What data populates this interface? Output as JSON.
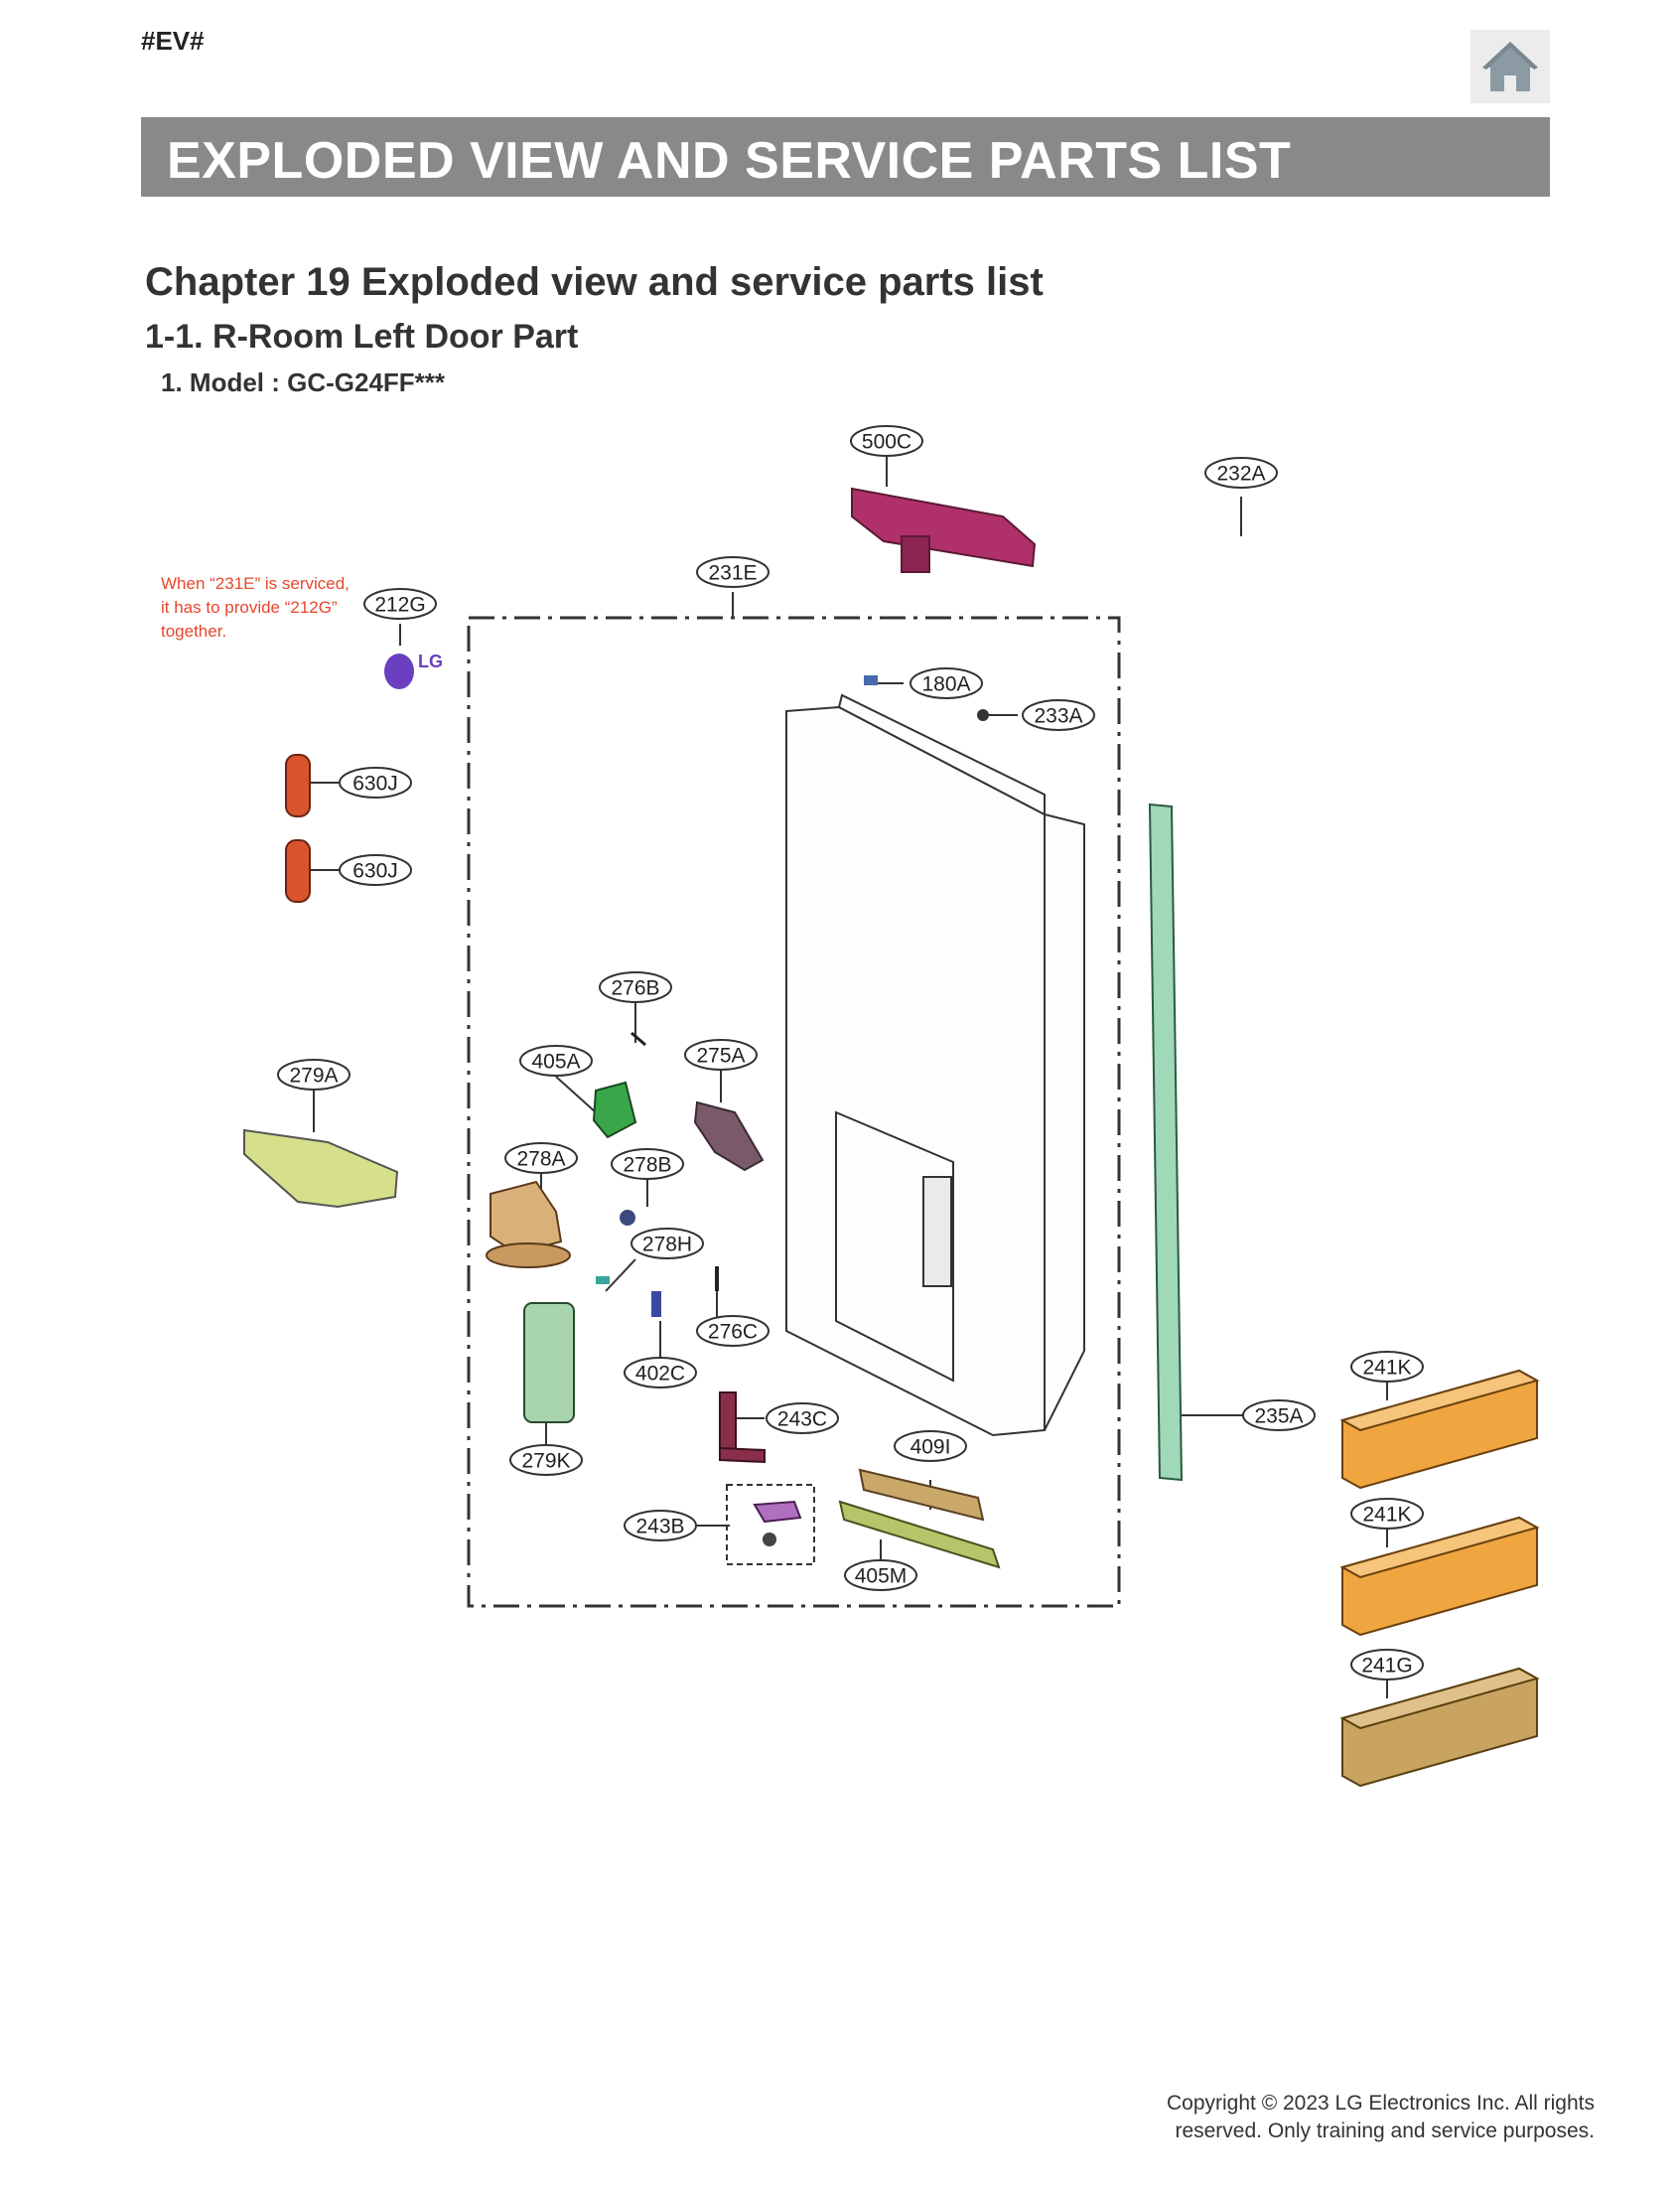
{
  "header": {
    "tag": "#EV#",
    "home_icon": "home-icon"
  },
  "banner": {
    "title": "EXPLODED VIEW AND SERVICE PARTS LIST"
  },
  "headings": {
    "chapter": "Chapter 19 Exploded view and service parts list",
    "section": "1-1. R-Room Left Door Part",
    "model": "1. Model : GC-G24FF***"
  },
  "note": {
    "line1": "When “231E” is serviced,",
    "line2": "it has to provide “212G”",
    "line3": "together."
  },
  "callouts": {
    "c500C": "500C",
    "c232A": "232A",
    "c231E": "231E",
    "c212G": "212G",
    "c180A": "180A",
    "c233A": "233A",
    "c630J_1": "630J",
    "c630J_2": "630J",
    "c276B": "276B",
    "c405A": "405A",
    "c275A": "275A",
    "c279A": "279A",
    "c278A": "278A",
    "c278B": "278B",
    "c278H": "278H",
    "c276C": "276C",
    "c402C": "402C",
    "c243C": "243C",
    "c279K": "279K",
    "c409I": "409I",
    "c243B": "243B",
    "c405M": "405M",
    "c235A": "235A",
    "c241K_1": "241K",
    "c241K_2": "241K",
    "c241G": "241G"
  },
  "logo_text": "LG",
  "colors": {
    "banner": "#898989",
    "note": "#e8462b",
    "part_500C": "#b0306a",
    "part_630J": "#d9542c",
    "part_235A": "#9fd9b8",
    "part_279A": "#d6e08a",
    "part_405A": "#3aa64a",
    "part_275A": "#7a5a6a",
    "part_278A": "#d9b07a",
    "part_279K": "#a8d4ae",
    "part_243C": "#8a2f4a",
    "part_409I": "#c9a86a",
    "part_405M": "#b8c46a",
    "part_241K": "#f0a640",
    "part_241G": "#c9a460"
  },
  "footer": {
    "copyright_line1": "Copyright © 2023 LG Electronics Inc. All rights",
    "copyright_line2": "reserved. Only training and service purposes."
  }
}
